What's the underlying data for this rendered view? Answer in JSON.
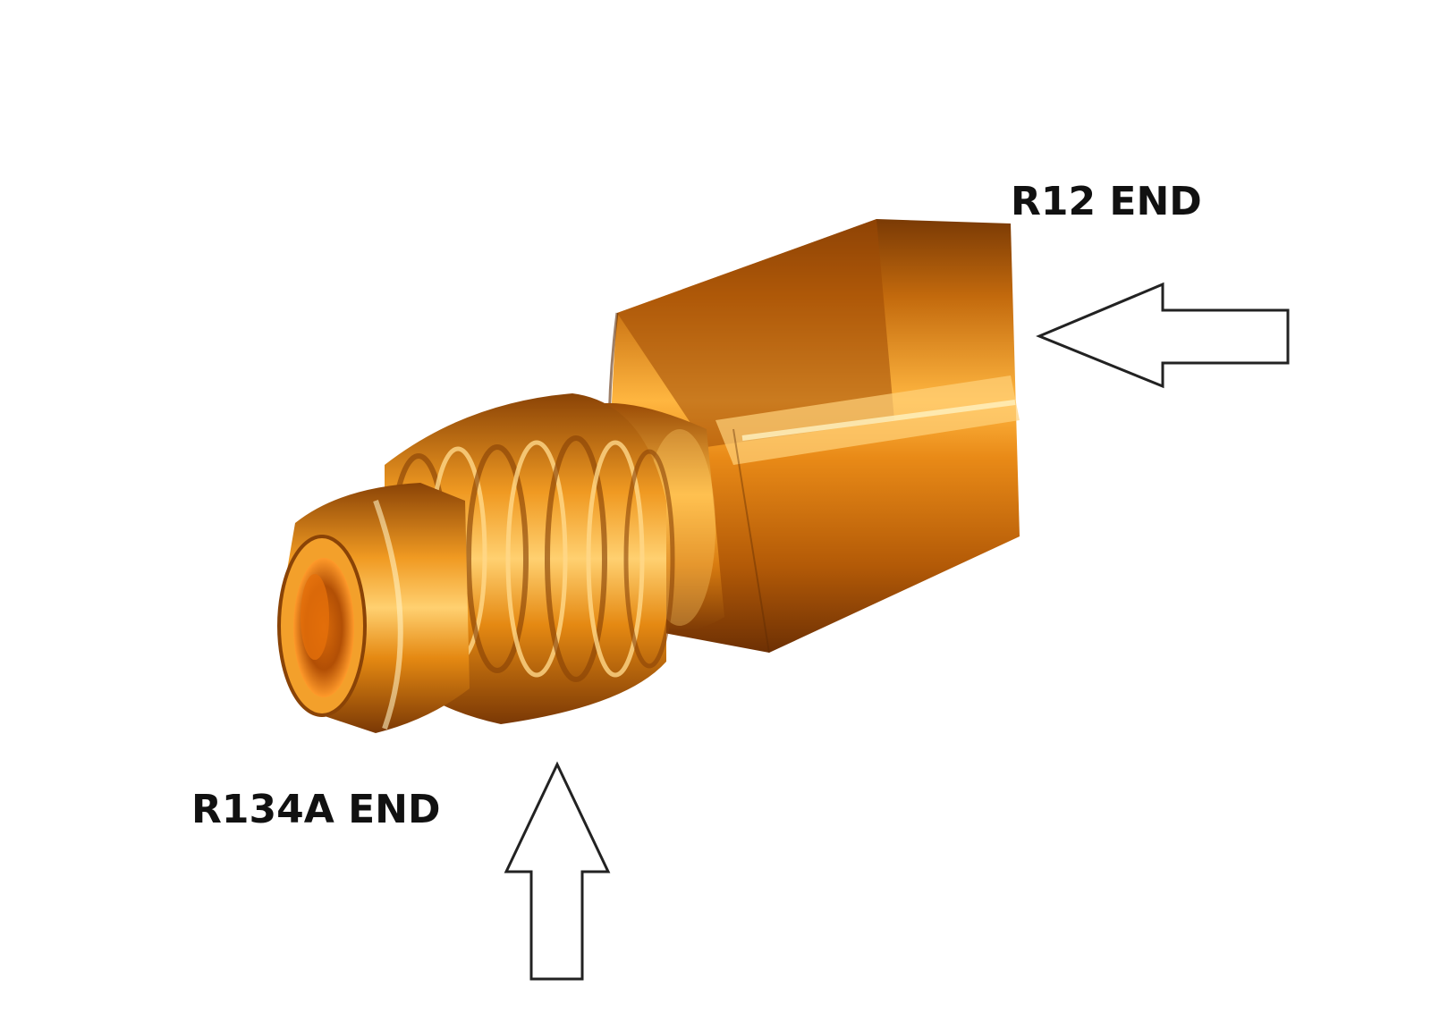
{
  "labels": {
    "r12_end": "R12 END",
    "r134a_end": "R134A END"
  },
  "subject": {
    "icon": "brass-adapter-fitting",
    "color": "#e08a10"
  },
  "arrows": {
    "r12_arrow_icon": "left-arrow-outline-icon",
    "r134a_arrow_icon": "up-arrow-outline-icon"
  }
}
